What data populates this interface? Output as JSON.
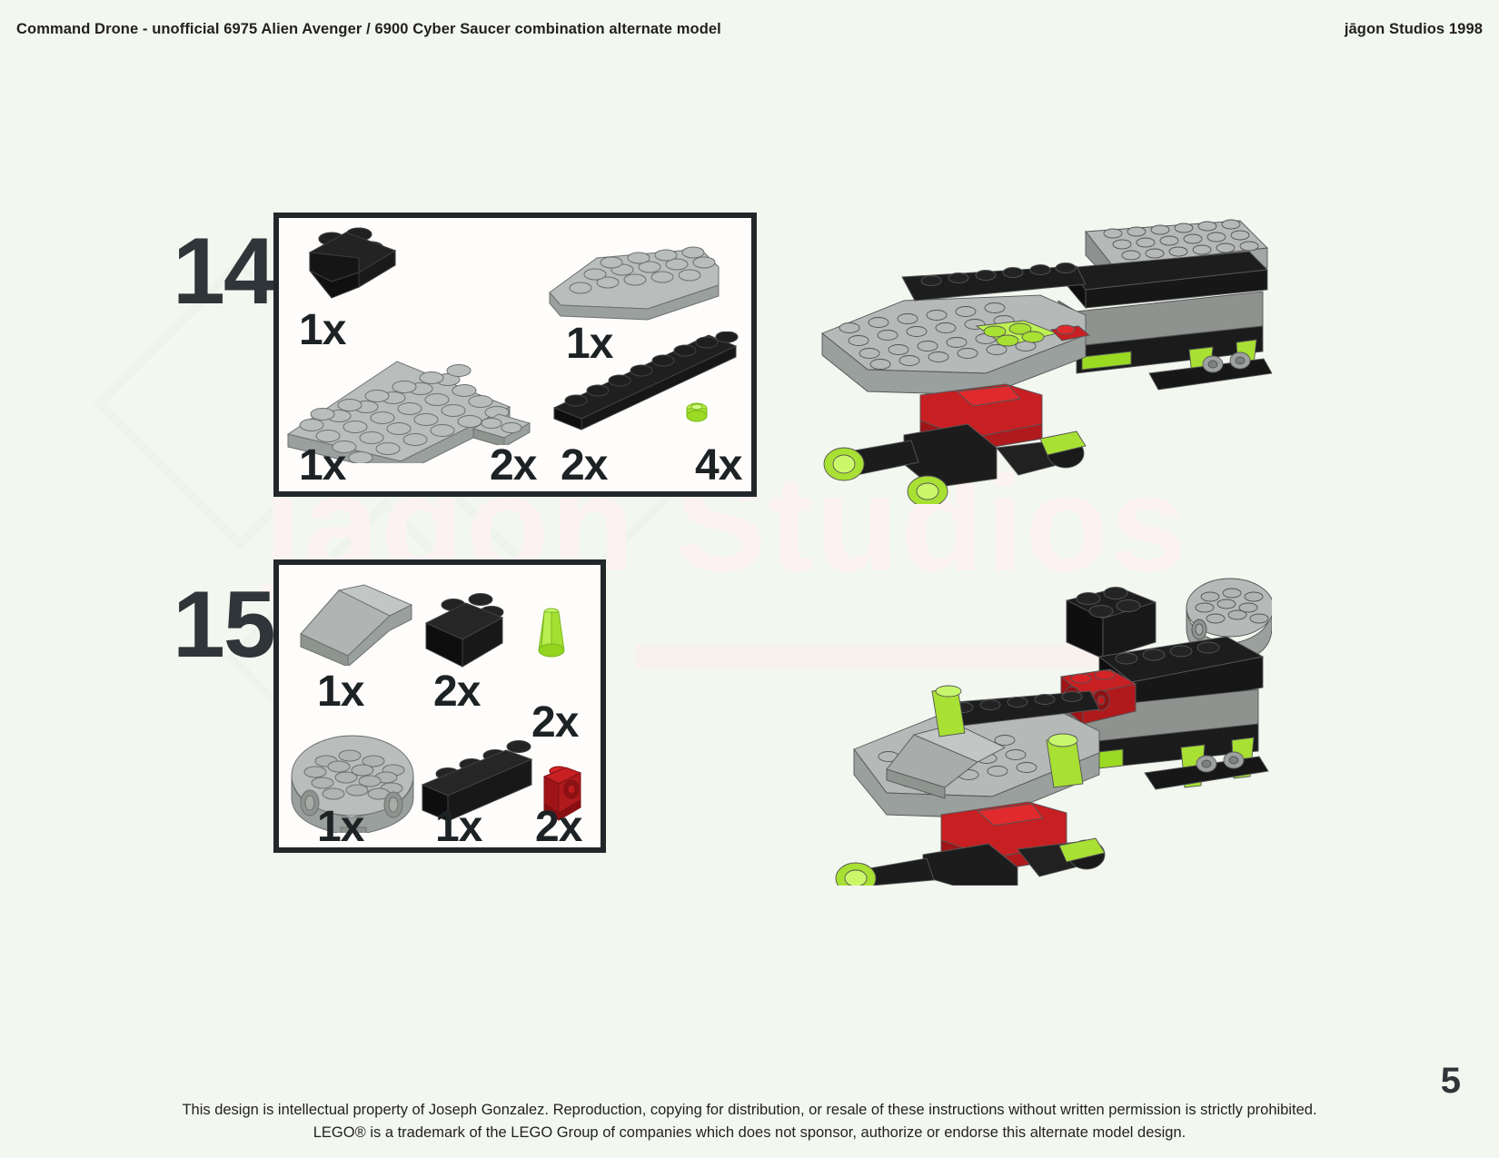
{
  "header": {
    "title": "Command Drone - unofficial 6975 Alien Avenger / 6900 Cyber Saucer combination alternate model",
    "credit": "jāgon Studios 1998"
  },
  "watermark": {
    "text": "jāgon Studios"
  },
  "steps": [
    {
      "number": "14",
      "parts": [
        {
          "id": "black-slope-2x3-inverted",
          "qty": "1x",
          "color": "#1b1b1b"
        },
        {
          "id": "gray-wing-plate-3x6",
          "qty": "1x",
          "color": "#b0b4b2"
        },
        {
          "id": "gray-plate-4x8",
          "qty": "1x",
          "color": "#b0b4b2"
        },
        {
          "id": "gray-plate-1x2",
          "qty": "2x",
          "color": "#b0b4b2"
        },
        {
          "id": "black-plate-1x8",
          "qty": "2x",
          "color": "#1b1b1b"
        },
        {
          "id": "green-trans-round-1x1",
          "qty": "4x",
          "color": "#a8e033"
        }
      ]
    },
    {
      "number": "15",
      "parts": [
        {
          "id": "gray-slope-2x4",
          "qty": "1x",
          "color": "#b0b4b2"
        },
        {
          "id": "black-brick-2x2",
          "qty": "2x",
          "color": "#1b1b1b"
        },
        {
          "id": "green-trans-cone-1x1",
          "qty": "2x",
          "color": "#8cdc3c"
        },
        {
          "id": "gray-round-brick-4x4",
          "qty": "1x",
          "color": "#b0b4b2"
        },
        {
          "id": "black-brick-1x4",
          "qty": "1x",
          "color": "#1b1b1b"
        },
        {
          "id": "red-brick-1x1-side-stud",
          "qty": "2x",
          "color": "#b4191c"
        }
      ]
    }
  ],
  "models": [
    {
      "id": "model-step-14",
      "caption": ""
    },
    {
      "id": "model-step-15",
      "caption": ""
    }
  ],
  "footer": {
    "line1": "This design is intellectual property of Joseph Gonzalez.  Reproduction, copying for distribution, or resale of these instructions without written permission is strictly prohibited.",
    "line2": "LEGO® is a trademark of the LEGO Group of companies which does not sponsor, authorize or endorse this alternate model design."
  },
  "page_number": "5",
  "colors": {
    "background": "#f2f7f0",
    "box_border": "#22272a",
    "box_fill": "#fffdfb",
    "text": "#231f1f",
    "lego_gray": "#b0b4b2",
    "lego_gray_dark": "#8c918e",
    "lego_black": "#1b1b1b",
    "lego_red": "#b4191c",
    "lego_trans_green": "#a8e033"
  }
}
